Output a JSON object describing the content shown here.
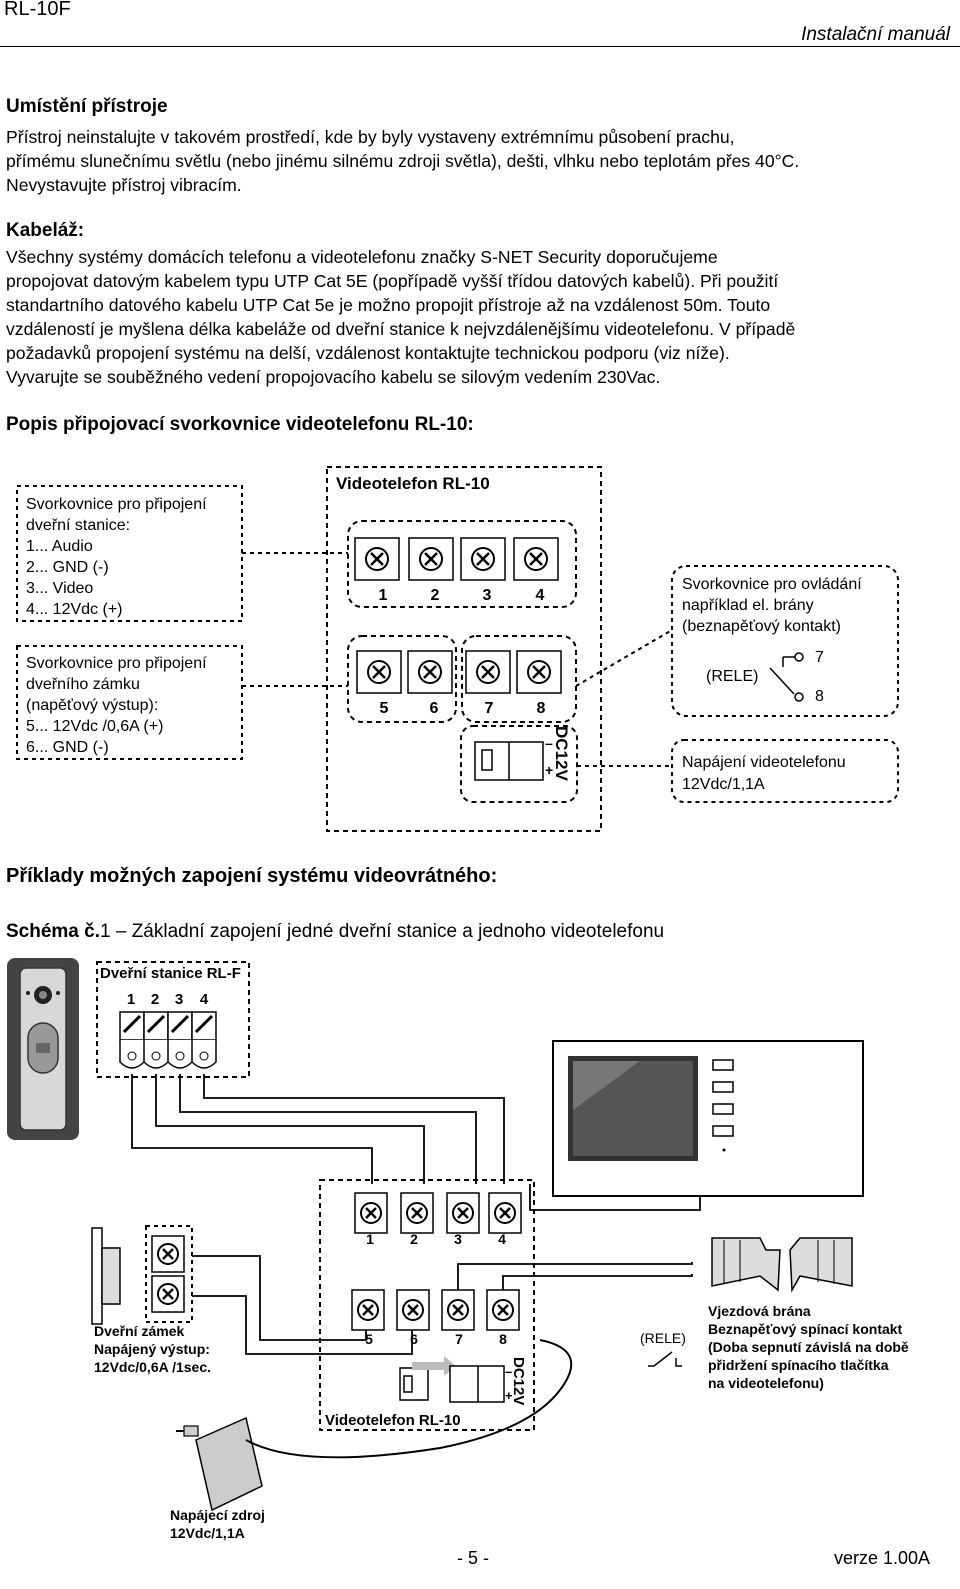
{
  "header": {
    "model": "RL-10F",
    "doc_title": "Instalační manuál"
  },
  "placement": {
    "heading": "Umístění přístroje",
    "lines": [
      "Přístroj neinstalujte v takovém prostředí, kde by byly vystaveny extrémnímu působení prachu,",
      "přímému slunečnímu světlu (nebo jinému silnému zdroji světla), dešti, vlhku nebo teplotám přes 40°C.",
      "Nevystavujte přístroj vibracím."
    ]
  },
  "cabling": {
    "heading": "Kabeláž:",
    "lines": [
      "Všechny systémy domácích telefonu a videotelefonu značky S-NET Security doporučujeme",
      "propojovat datovým kabelem typu UTP Cat 5E (popřípadě vyšší třídou datových kabelů). Při použití",
      "standartního datového kabelu UTP Cat 5e je možno propojit přístroje až na vzdálenost 50m. Touto",
      "vzdáleností je myšlena délka kabeláže od dveřní stanice k nejvzdálenějšímu videotelefonu. V případě",
      "požadavků propojení systému na delší, vzdálenost kontaktujte technickou podporu (viz níže).",
      "Vyvarujte se souběžného vedení propojovacího kabelu se silovým vedením 230Vac."
    ]
  },
  "terminal_section": {
    "heading": "Popis připojovací svorkovnice videotelefonu RL-10:"
  },
  "terminal_diagram": {
    "device_title": "Videotelefon RL-10",
    "top_terminals": [
      "1",
      "2",
      "3",
      "4"
    ],
    "bottom_terminals": [
      "5",
      "6",
      "7",
      "8"
    ],
    "dc_label": "DC12V",
    "minus": "–",
    "plus": "+",
    "door_station_box": [
      "Svorkovnice pro připojení",
      "dveřní stanice:",
      "1... Audio",
      "2... GND (-)",
      "3... Video",
      "4... 12Vdc (+)"
    ],
    "lock_box": [
      "Svorkovnice pro připojení",
      "dveřního zámku",
      "(napěťový výstup):",
      "5... 12Vdc /0,6A (+)",
      "6... GND (-)"
    ],
    "control_box": [
      "Svorkovnice pro ovládání",
      "například el. brány",
      "(beznapěťový kontakt)"
    ],
    "relay_label": "(RELE)",
    "relay_pins": [
      "7",
      "8"
    ],
    "power_box": [
      "Napájení videotelefonu",
      "12Vdc/1,1A"
    ]
  },
  "examples": {
    "heading": "Příklady možných zapojení systému videovrátného:"
  },
  "schema": {
    "label_bold": "Schéma č.",
    "label_num": "1",
    "label_rest": " – Základní zapojení jedné dveřní stanice a jednoho videotelefonu"
  },
  "schema_diagram": {
    "door_station_title": "Dveřní stanice RL-F",
    "door_terminals": [
      "1",
      "2",
      "3",
      "4"
    ],
    "device_title": "Videotelefon RL-10",
    "top_terminals": [
      "1",
      "2",
      "3",
      "4"
    ],
    "bottom_terminals": [
      "5",
      "6",
      "7",
      "8"
    ],
    "dc_label": "DC12V",
    "minus": "–",
    "plus": "+",
    "lock_lines": [
      "Dveřní zámek",
      "Napájený výstup:",
      "12Vdc/0,6A /1sec."
    ],
    "gate_lines": [
      "Vjezdová brána",
      "Beznapěťový spínací kontakt",
      "(Doba sepnutí závislá na době",
      "přidržení spínacího tlačítka",
      "na videotelefonu)"
    ],
    "relay_label": "(RELE)",
    "psu_lines": [
      "Napájecí zdroj",
      "12Vdc/1,1A"
    ]
  },
  "footer": {
    "page": "- 5 -",
    "version": "verze 1.00A"
  }
}
